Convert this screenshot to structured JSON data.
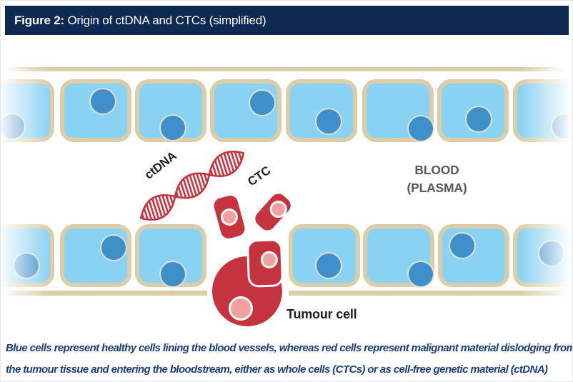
{
  "header": {
    "label": "Figure 2:",
    "title": "Origin of ctDNA and CTCs (simplified)"
  },
  "diagram": {
    "ctdna_label": "ctDNA",
    "ctc_label": "CTC",
    "blood_label_line1": "BLOOD",
    "blood_label_line2": "(PLASMA)",
    "tumour_cell_label": "Tumour cell"
  },
  "caption": {
    "line1": "Blue cells represent healthy cells lining the blood vessels, whereas red cells represent malignant material dislodging from",
    "line2": "the tumour tissue and entering the bloodstream, either as whole cells (CTCs) or as cell-free genetic material (ctDNA)"
  },
  "colors": {
    "background": "#FFFFFF",
    "header_bg": "#0E2A52",
    "header_text": "#FFFFFF",
    "cell_fill": "#8AD2F3",
    "cell_border": "#DACDA7",
    "cell_nucleus": "#3F8FCA",
    "malignant_red": "#C5333F",
    "malignant_nucleus": "#F2A09B",
    "label_text": "#221E1F",
    "blood_label_text": "#58595B",
    "caption_text": "#1B3E7C"
  }
}
